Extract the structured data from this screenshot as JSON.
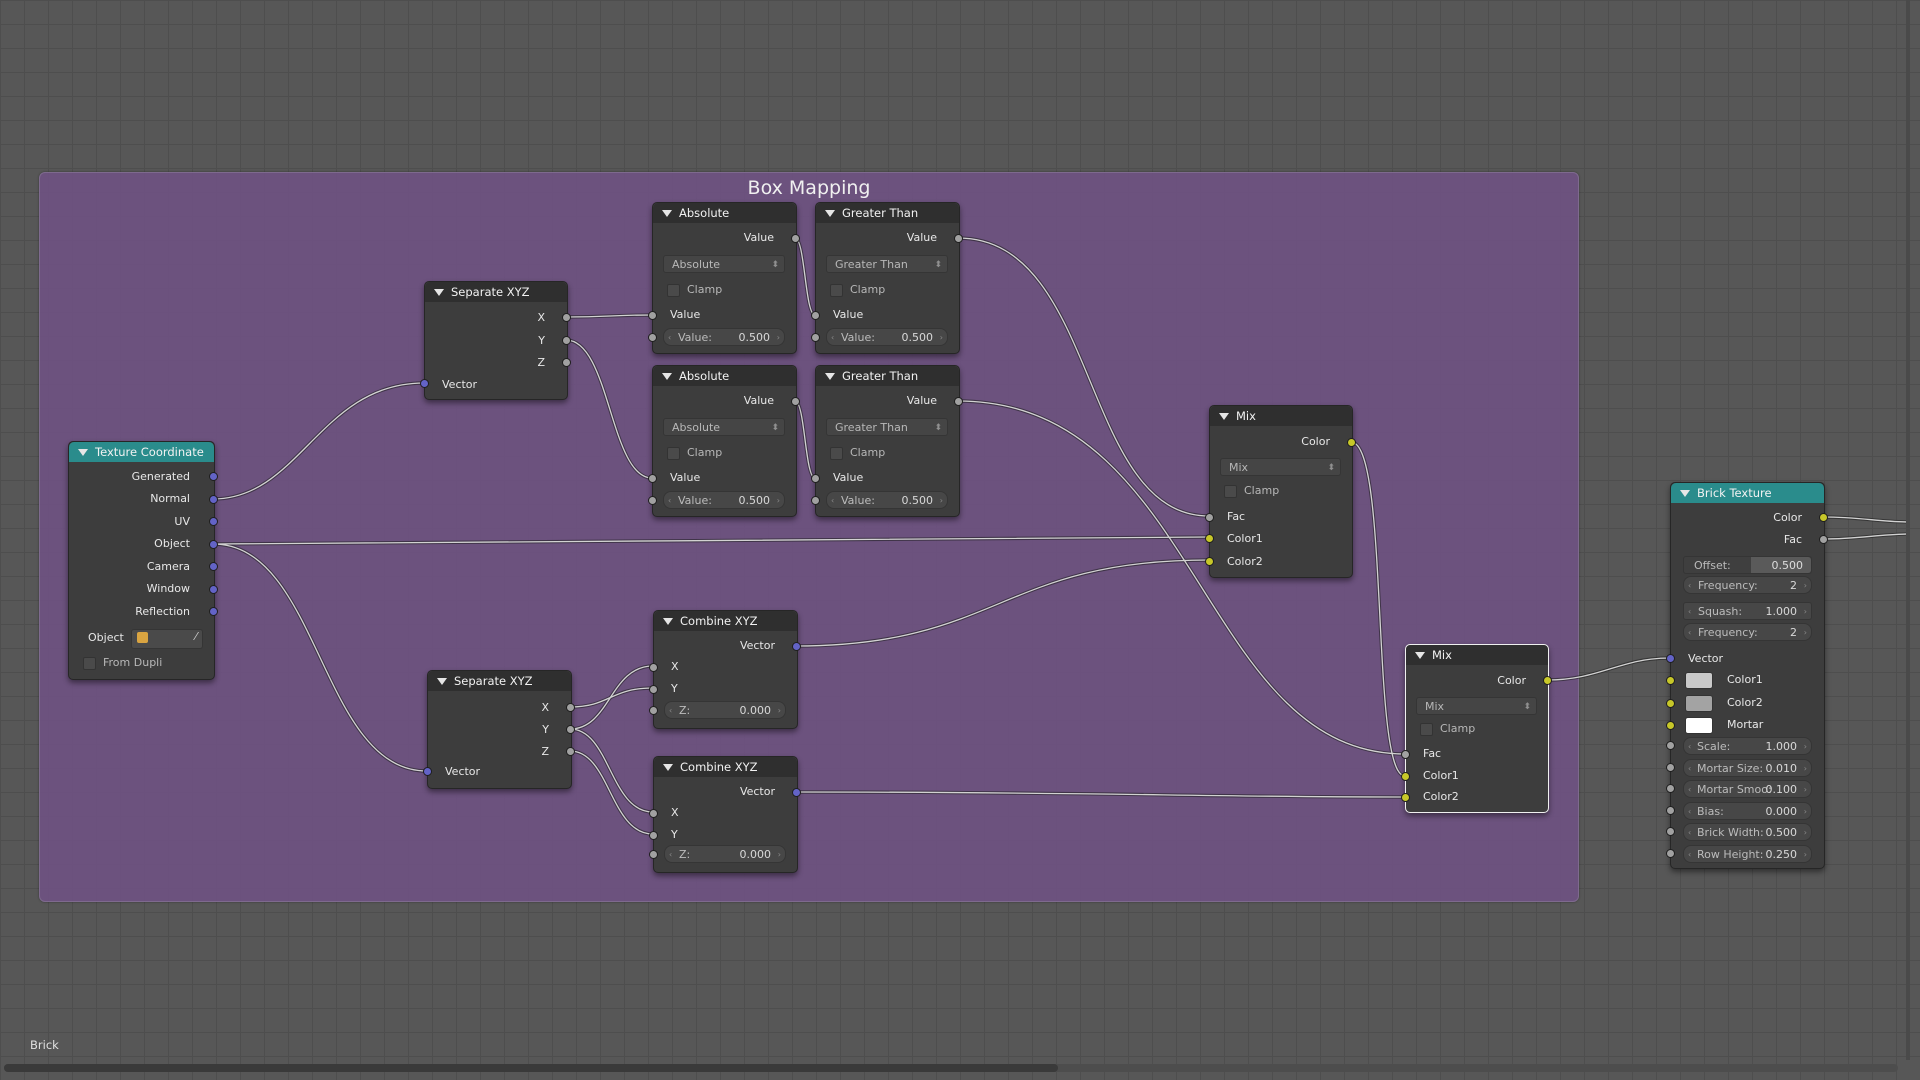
{
  "frame": {
    "title": "Box Mapping"
  },
  "status": {
    "text": "Brick"
  },
  "nodes": {
    "texcoord": {
      "title": "Texture Coordinate",
      "outputs": [
        "Generated",
        "Normal",
        "UV",
        "Object",
        "Camera",
        "Window",
        "Reflection"
      ],
      "object_label": "Object",
      "from_dupli": "From Dupli"
    },
    "sep1": {
      "title": "Separate XYZ",
      "outputs": [
        "X",
        "Y",
        "Z"
      ],
      "input": "Vector"
    },
    "sep2": {
      "title": "Separate XYZ",
      "outputs": [
        "X",
        "Y",
        "Z"
      ],
      "input": "Vector"
    },
    "abs1": {
      "title": "Absolute",
      "output": "Value",
      "op": "Absolute",
      "clamp": "Clamp",
      "in1": "Value",
      "in2_label": "Value:",
      "in2_value": "0.500"
    },
    "abs2": {
      "title": "Absolute",
      "output": "Value",
      "op": "Absolute",
      "clamp": "Clamp",
      "in1": "Value",
      "in2_label": "Value:",
      "in2_value": "0.500"
    },
    "gt1": {
      "title": "Greater Than",
      "output": "Value",
      "op": "Greater Than",
      "clamp": "Clamp",
      "in1": "Value",
      "in2_label": "Value:",
      "in2_value": "0.500"
    },
    "gt2": {
      "title": "Greater Than",
      "output": "Value",
      "op": "Greater Than",
      "clamp": "Clamp",
      "in1": "Value",
      "in2_label": "Value:",
      "in2_value": "0.500"
    },
    "comb1": {
      "title": "Combine XYZ",
      "output": "Vector",
      "x": "X",
      "y": "Y",
      "z_label": "Z:",
      "z_value": "0.000"
    },
    "comb2": {
      "title": "Combine XYZ",
      "output": "Vector",
      "x": "X",
      "y": "Y",
      "z_label": "Z:",
      "z_value": "0.000"
    },
    "mix1": {
      "title": "Mix",
      "output": "Color",
      "blend": "Mix",
      "clamp": "Clamp",
      "inputs": [
        "Fac",
        "Color1",
        "Color2"
      ]
    },
    "mix2": {
      "title": "Mix",
      "output": "Color",
      "blend": "Mix",
      "clamp": "Clamp",
      "inputs": [
        "Fac",
        "Color1",
        "Color2"
      ]
    },
    "brick": {
      "title": "Brick Texture",
      "outputs": [
        "Color",
        "Fac"
      ],
      "offset_label": "Offset:",
      "offset_value": "0.500",
      "freq1_label": "Frequency:",
      "freq1_value": "2",
      "squash_label": "Squash:",
      "squash_value": "1.000",
      "freq2_label": "Frequency:",
      "freq2_value": "2",
      "vector": "Vector",
      "color1": "Color1",
      "color2": "Color2",
      "mortar": "Mortar",
      "color1_hex": "#c9c9c9",
      "color2_hex": "#a3a3a3",
      "mortar_hex": "#ffffff",
      "fields": [
        {
          "label": "Scale:",
          "value": "1.000"
        },
        {
          "label": "Mortar Size:",
          "value": "0.010"
        },
        {
          "label": "Mortar Smoo:",
          "value": "0.100"
        },
        {
          "label": "Bias:",
          "value": "0.000"
        },
        {
          "label": "Brick Width:",
          "value": "0.500"
        },
        {
          "label": "Row Height:",
          "value": "0.250"
        }
      ]
    }
  }
}
